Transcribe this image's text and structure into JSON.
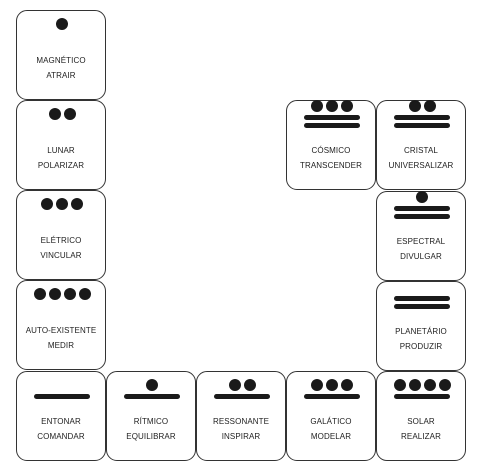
{
  "tones": [
    {
      "number": 1,
      "name": "MAGNÉTICO",
      "action": "ATRAIR"
    },
    {
      "number": 2,
      "name": "LUNAR",
      "action": "POLARIZAR"
    },
    {
      "number": 3,
      "name": "ELÉTRICO",
      "action": "VINCULAR"
    },
    {
      "number": 4,
      "name": "AUTO-EXISTENTE",
      "action": "MEDIR"
    },
    {
      "number": 5,
      "name": "ENTONAR",
      "action": "COMANDAR"
    },
    {
      "number": 6,
      "name": "RÍTMICO",
      "action": "EQUILIBRAR"
    },
    {
      "number": 7,
      "name": "RESSONANTE",
      "action": "INSPIRAR"
    },
    {
      "number": 8,
      "name": "GALÁTICO",
      "action": "MODELAR"
    },
    {
      "number": 9,
      "name": "SOLAR",
      "action": "REALIZAR"
    },
    {
      "number": 10,
      "name": "PLANETÁRIO",
      "action": "PRODUZIR"
    },
    {
      "number": 11,
      "name": "ESPECTRAL",
      "action": "DIVULGAR"
    },
    {
      "number": 12,
      "name": "CRISTAL",
      "action": "UNIVERSALIZAR"
    },
    {
      "number": 13,
      "name": "CÓSMICO",
      "action": "TRANSCENDER"
    }
  ]
}
